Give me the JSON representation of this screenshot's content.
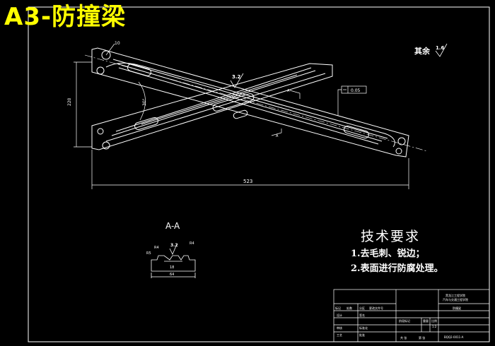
{
  "sheet_title": "A3-防撞梁",
  "roughness": {
    "rest_label": "其余",
    "rest_value": "1.6",
    "surface_value": "3.2"
  },
  "dimensions": {
    "overall_length": "523",
    "height": "220",
    "angle": "30°",
    "hole": "10",
    "flatness": "0.05",
    "section_marker": "A"
  },
  "section": {
    "label": "A-A",
    "roughness": "3.2",
    "radii": [
      "R4",
      "R5",
      "R4"
    ],
    "width": "64",
    "inner": "18"
  },
  "requirements": {
    "title": "技术要求",
    "items": [
      "1.去毛刺、锐边；",
      "2.表面进行防腐处理。"
    ]
  },
  "title_block": {
    "institution": "黑龙江工程学院",
    "department": "汽车与交通工程学院",
    "part_name": "防撞梁",
    "drawing_no": "BQQ2-0011-A",
    "scale": "1:2",
    "labels": [
      "标记",
      "处数",
      "分区",
      "更改文件号",
      "签名",
      "设计",
      "审核",
      "工艺",
      "标准化",
      "批准",
      "阶段标记",
      "重量",
      "比例",
      "共 张",
      "第 张"
    ]
  }
}
